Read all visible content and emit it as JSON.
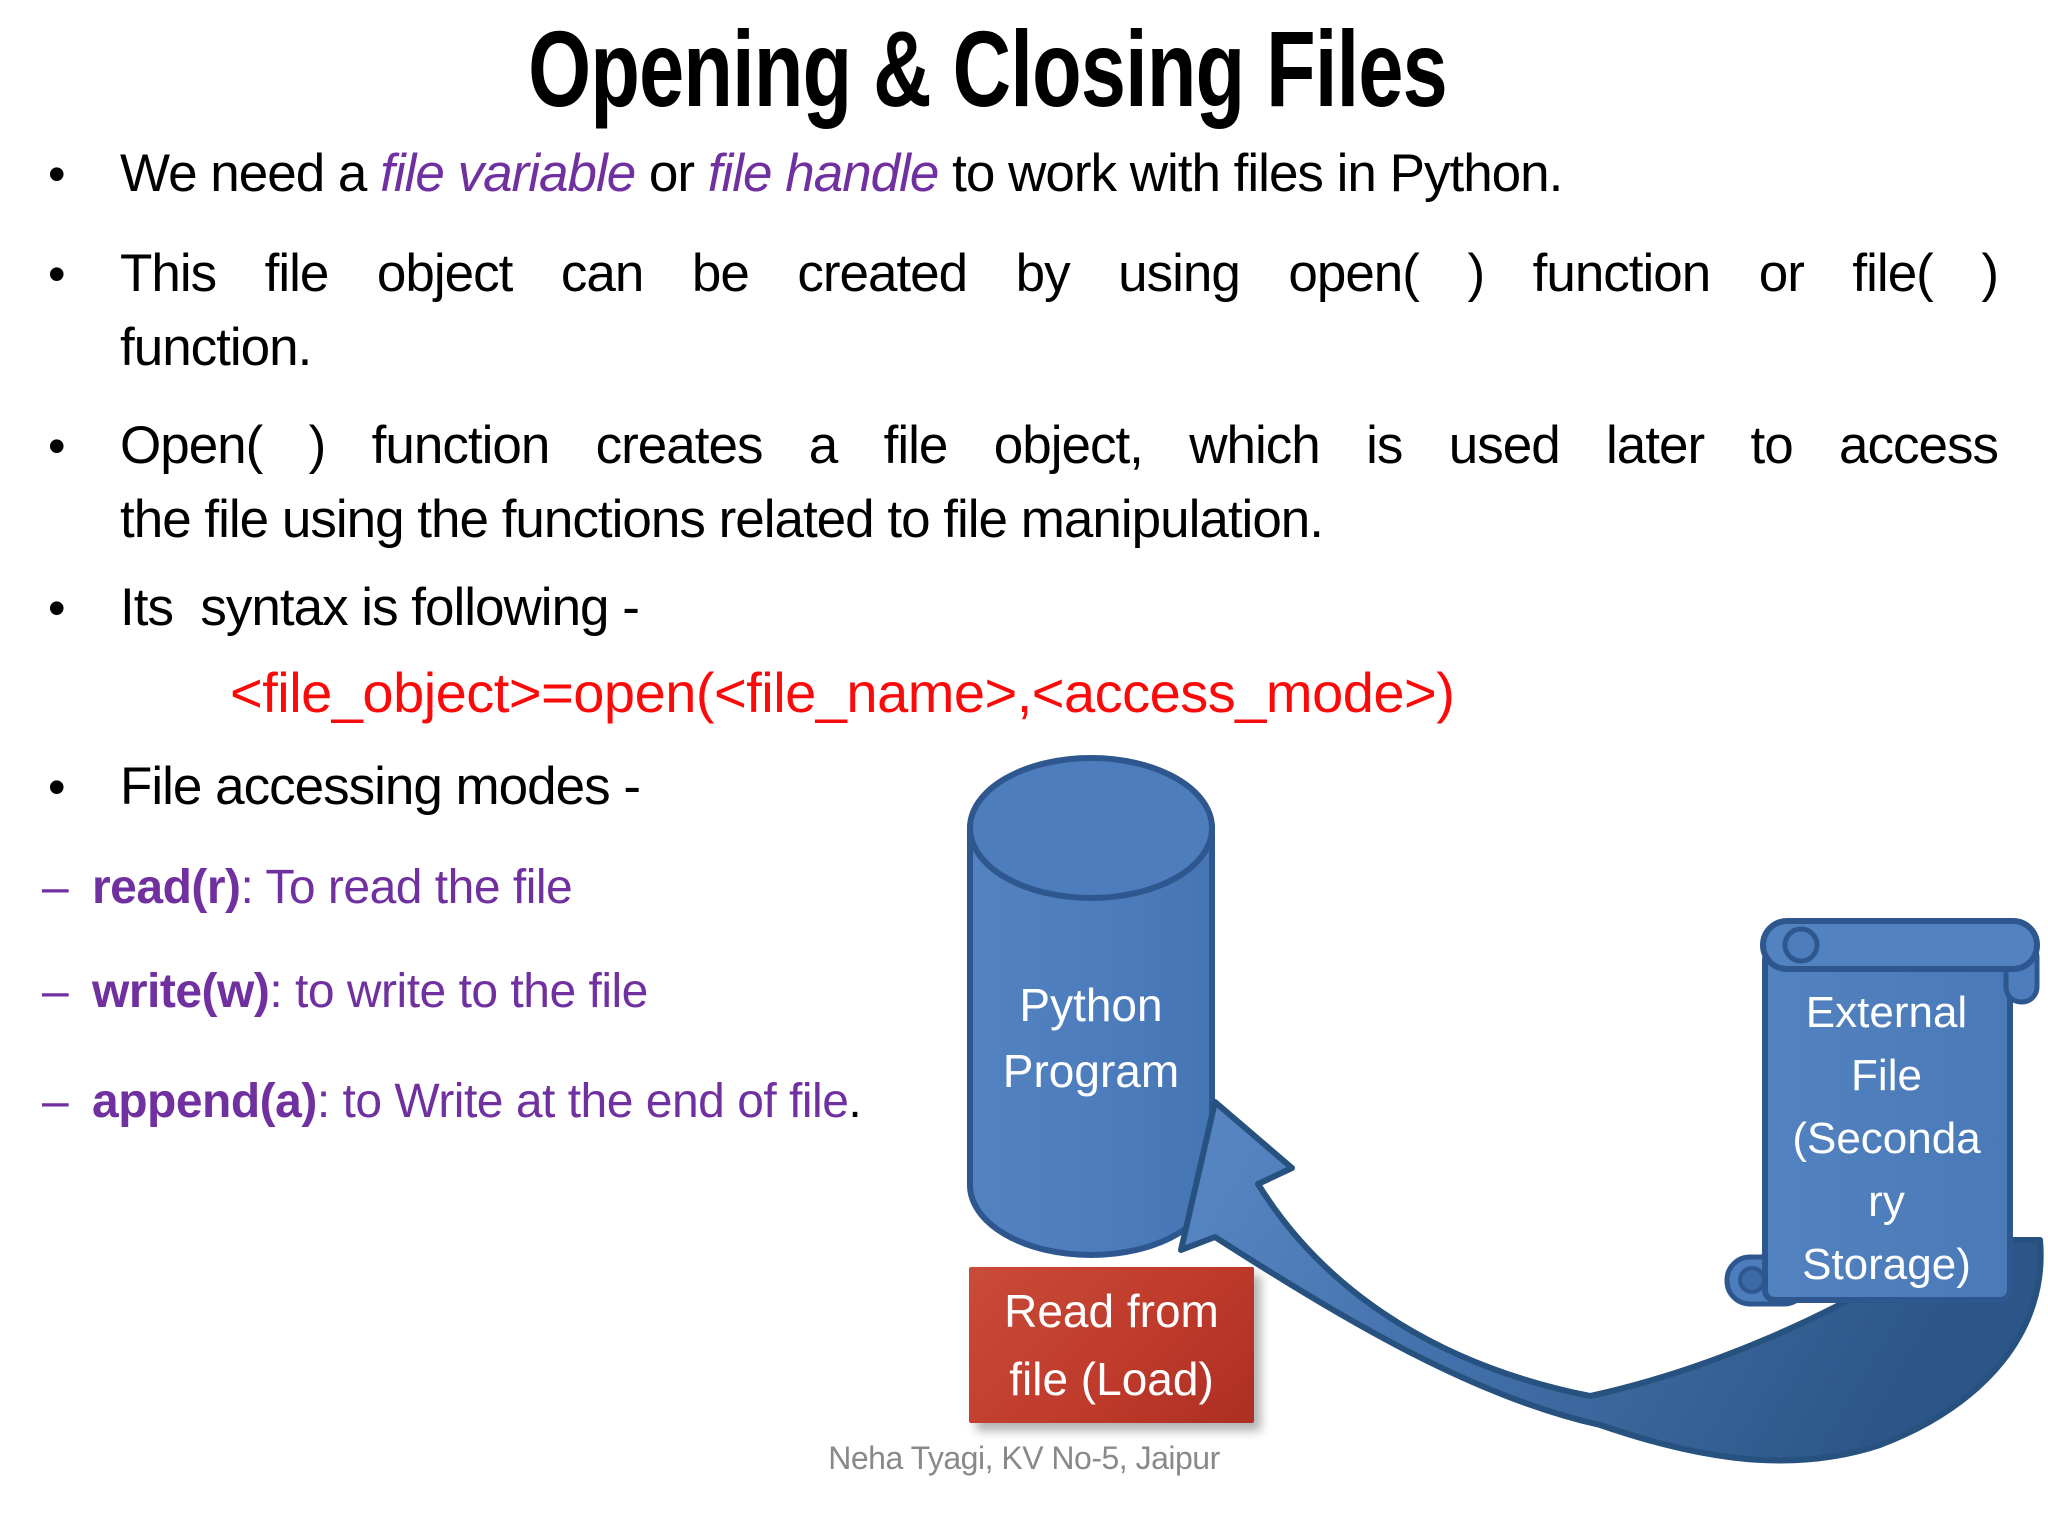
{
  "slide": {
    "title": "Opening & Closing Files",
    "footer": "Neha Tyagi, KV No-5, Jaipur"
  },
  "markers": {
    "dot": "•",
    "dash": "–"
  },
  "colors": {
    "body_text": "#000000",
    "accent_purple": "#7030A0",
    "syntax_red": "#FB0A0A",
    "shape_blue_fill": "#4d7dbd",
    "shape_blue_stroke": "#2e578f",
    "arrow_blue_dark": "#2c5687",
    "load_box_red": "#bf3b2c",
    "footer_gray": "#898989"
  },
  "bullets": [
    {
      "kind": "dot",
      "lines": [
        {
          "justify": false,
          "segments": [
            {
              "t": "We need a ",
              "s": "black"
            },
            {
              "t": "file variable ",
              "s": "purple-italic"
            },
            {
              "t": "or ",
              "s": "black"
            },
            {
              "t": "file handle ",
              "s": "purple-italic"
            },
            {
              "t": "to work with files in Python.",
              "s": "black"
            }
          ]
        }
      ]
    },
    {
      "kind": "dot",
      "lines": [
        {
          "justify": true,
          "segments": [
            {
              "t": "This file object can be created by using open( ) function or file( )",
              "s": "black"
            }
          ]
        },
        {
          "justify": false,
          "segments": [
            {
              "t": "function.",
              "s": "black"
            }
          ]
        }
      ]
    },
    {
      "kind": "dot",
      "lines": [
        {
          "justify": true,
          "segments": [
            {
              "t": "Open( ) function creates a file object, which is used later to access",
              "s": "black"
            }
          ]
        },
        {
          "justify": false,
          "segments": [
            {
              "t": "the file using the functions related to file manipulation.",
              "s": "black"
            }
          ]
        }
      ]
    },
    {
      "kind": "dot",
      "lines": [
        {
          "justify": false,
          "segments": [
            {
              "t": "Its  syntax is following -",
              "s": "black"
            }
          ]
        }
      ]
    },
    {
      "kind": "code",
      "lines": [
        {
          "justify": false,
          "segments": [
            {
              "t": "<file_object>=open(<file_name>,<access_mode>)",
              "s": "red"
            }
          ]
        }
      ]
    },
    {
      "kind": "dot",
      "lines": [
        {
          "justify": false,
          "segments": [
            {
              "t": "File accessing modes -",
              "s": "black"
            }
          ]
        }
      ]
    },
    {
      "kind": "dash",
      "lines": [
        {
          "justify": false,
          "segments": [
            {
              "t": "read(r)",
              "s": "purple-bold"
            },
            {
              "t": ": To read the file",
              "s": "purple"
            }
          ]
        }
      ]
    },
    {
      "kind": "dash",
      "lines": [
        {
          "justify": false,
          "segments": [
            {
              "t": "write(w)",
              "s": "purple-bold"
            },
            {
              "t": ": to write to the file",
              "s": "purple"
            }
          ]
        }
      ]
    },
    {
      "kind": "dash",
      "lines": [
        {
          "justify": false,
          "segments": [
            {
              "t": "append(a)",
              "s": "purple-bold"
            },
            {
              "t": ": to Write at the end of file",
              "s": "purple"
            },
            {
              "t": ".",
              "s": "black"
            }
          ]
        }
      ]
    }
  ],
  "diagram": {
    "cylinder": {
      "label_lines": [
        "Python",
        "Program"
      ]
    },
    "scroll": {
      "label_lines": [
        "External",
        "File",
        "(Seconda",
        "ry",
        "Storage)"
      ]
    },
    "load_box": {
      "label_lines": [
        "Read from",
        "file (Load)"
      ]
    }
  }
}
